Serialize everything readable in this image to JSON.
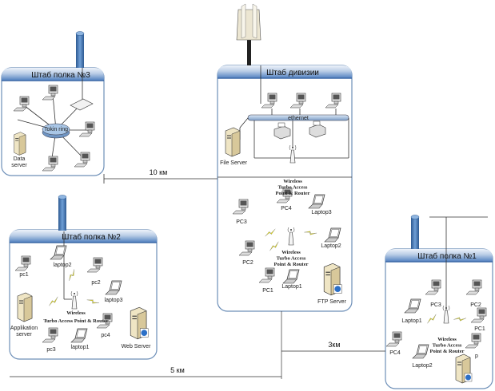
{
  "panels": {
    "regiment3": {
      "title": "Штаб полка №3",
      "ring_label": "Tokin ring",
      "data_server": [
        "Data",
        "server"
      ]
    },
    "division": {
      "title": "Штаб дивизии",
      "ethernet": "ethernet",
      "file_server": "File Server",
      "ap_label": [
        "Wireless",
        "Turbo Access",
        "Point & Router"
      ],
      "ap2_label": [
        "Wireless",
        "Turbo Access",
        "Point & Router"
      ],
      "pc4": "PC4",
      "laptop3": "Laptop3",
      "pc3": "PC3",
      "laptop2": "Laptop2",
      "pc2": "PC2",
      "pc1": "PC1",
      "laptop1": "Laptop1",
      "ftp_server": "FTP Server"
    },
    "regiment2": {
      "title": "Штаб полка №2",
      "laptop2": "laptop2",
      "pc1": "pc1",
      "pc2": "pc2",
      "laptop3": "laptop3",
      "app_server": [
        "Applikation",
        "server"
      ],
      "ap_label": [
        "Wireless",
        "Turbo Access Point & Router"
      ],
      "pc4": "pc4",
      "web_server": "Web Server",
      "pc3": "pc3",
      "laptop1": "laptop1"
    },
    "regiment1": {
      "title": "Штаб полка №1",
      "pc3": "PC3",
      "pc2": "PC2",
      "laptop1": "Laptop1",
      "pc1": "PC1",
      "ap_label": [
        "Wireless",
        "Turbo Access",
        "Point & Router"
      ],
      "pc4": "PC4",
      "pc5": "p",
      "laptop2": "Laptop2"
    }
  },
  "distances": {
    "d10": "10 км",
    "d5": "5 км",
    "d3": "3км"
  },
  "colors": {
    "header_top": "#e9f0f8",
    "header_bottom": "#4f7fbf",
    "panel_border": "#6d8fb8",
    "antenna": "#3f6fa8",
    "lightning": "#e8e000",
    "ring": "#9fbfe0"
  }
}
